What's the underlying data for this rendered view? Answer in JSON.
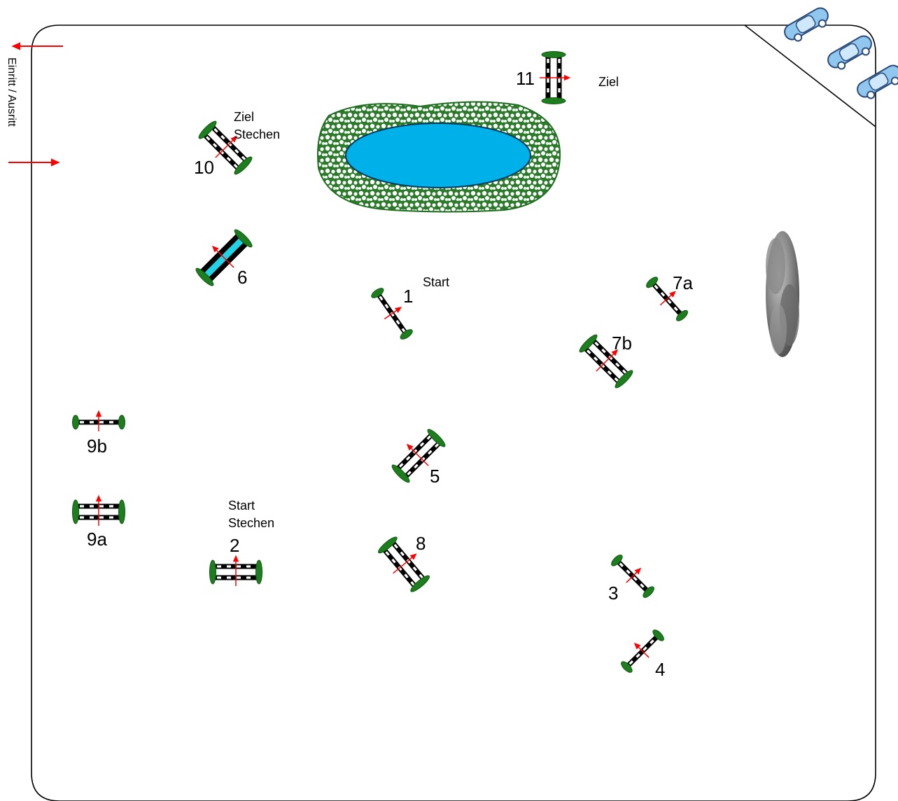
{
  "arena": {
    "entrance_label": "Einritt / Ausritt",
    "colors": {
      "border": "#000000",
      "rail": "#000000",
      "rail_stripe": "#ffffff",
      "wing": "#1e7d1e",
      "wing_dark": "#0f5a0f",
      "direction_arrow": "#ff0000",
      "water_tray": "#22d3e6",
      "pond": "#00b0e8",
      "pond_shore": "#1f6e1f",
      "car": "#8fc7ef",
      "car_outline": "#2a4a7a",
      "tree": "#7a7a7a"
    }
  },
  "text_labels": {
    "start": "Start",
    "ziel": "Ziel",
    "ziel_stechen_1": "Ziel",
    "ziel_stechen_2": "Stechen",
    "start_stechen_1": "Start",
    "start_stechen_2": "Stechen"
  },
  "obstacles": [
    {
      "id": "1",
      "label": "1",
      "kind": "vertical",
      "icon": "vertical-fence"
    },
    {
      "id": "2",
      "label": "2",
      "kind": "oxer",
      "icon": "oxer-fence"
    },
    {
      "id": "3",
      "label": "3",
      "kind": "vertical",
      "icon": "vertical-fence"
    },
    {
      "id": "4",
      "label": "4",
      "kind": "vertical",
      "icon": "vertical-fence"
    },
    {
      "id": "5",
      "label": "5",
      "kind": "oxer",
      "icon": "oxer-fence"
    },
    {
      "id": "6",
      "label": "6",
      "kind": "water",
      "icon": "water-fence"
    },
    {
      "id": "7a",
      "label": "7a",
      "kind": "vertical",
      "icon": "vertical-fence"
    },
    {
      "id": "7b",
      "label": "7b",
      "kind": "oxer",
      "icon": "oxer-fence"
    },
    {
      "id": "8",
      "label": "8",
      "kind": "oxer",
      "icon": "oxer-fence"
    },
    {
      "id": "9a",
      "label": "9a",
      "kind": "oxer",
      "icon": "oxer-fence"
    },
    {
      "id": "9b",
      "label": "9b",
      "kind": "vertical",
      "icon": "vertical-fence"
    },
    {
      "id": "10",
      "label": "10",
      "kind": "oxer",
      "icon": "oxer-fence"
    },
    {
      "id": "11",
      "label": "11",
      "kind": "oxer",
      "icon": "oxer-fence"
    }
  ],
  "decor": {
    "pond_icon": "pond-with-flowers",
    "cars_icon": "parked-car",
    "car_count": 3,
    "tree_icon": "grey-tree"
  }
}
